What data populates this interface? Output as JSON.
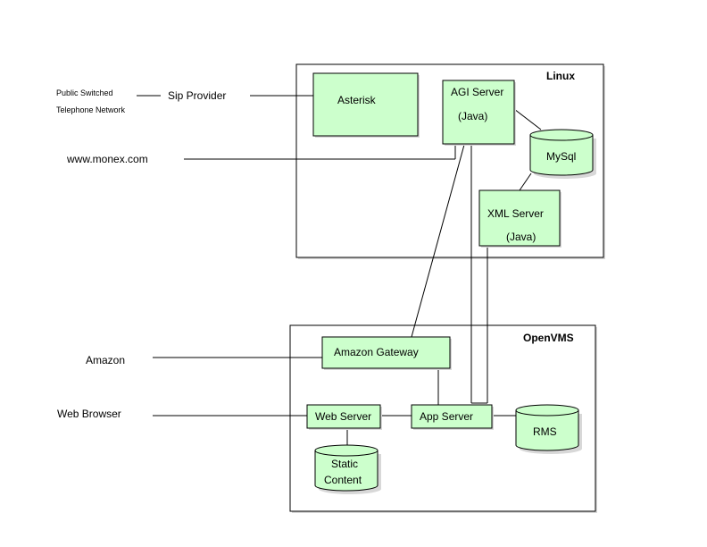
{
  "colors": {
    "component_fill": "#ccffcc",
    "line": "#000000",
    "container_border": "#000000",
    "shadow": "#d8d8d8"
  },
  "linux": {
    "title": "Linux"
  },
  "openvms": {
    "title": "OpenVMS"
  },
  "external": {
    "pstn_line1": "Public Switched",
    "pstn_line2": "Telephone Network",
    "sip_provider": "Sip Provider",
    "monex": "www.monex.com",
    "amazon": "Amazon",
    "web_browser": "Web Browser"
  },
  "components": {
    "asterisk": "Asterisk",
    "agi_server": "AGI Server",
    "agi_server_sub": "(Java)",
    "mysql": "MySql",
    "xml_server": "XML Server",
    "xml_server_sub": "(Java)",
    "amazon_gateway": "Amazon Gateway",
    "web_server": "Web Server",
    "app_server": "App Server",
    "rms": "RMS",
    "static_line1": "Static",
    "static_line2": "Content"
  }
}
